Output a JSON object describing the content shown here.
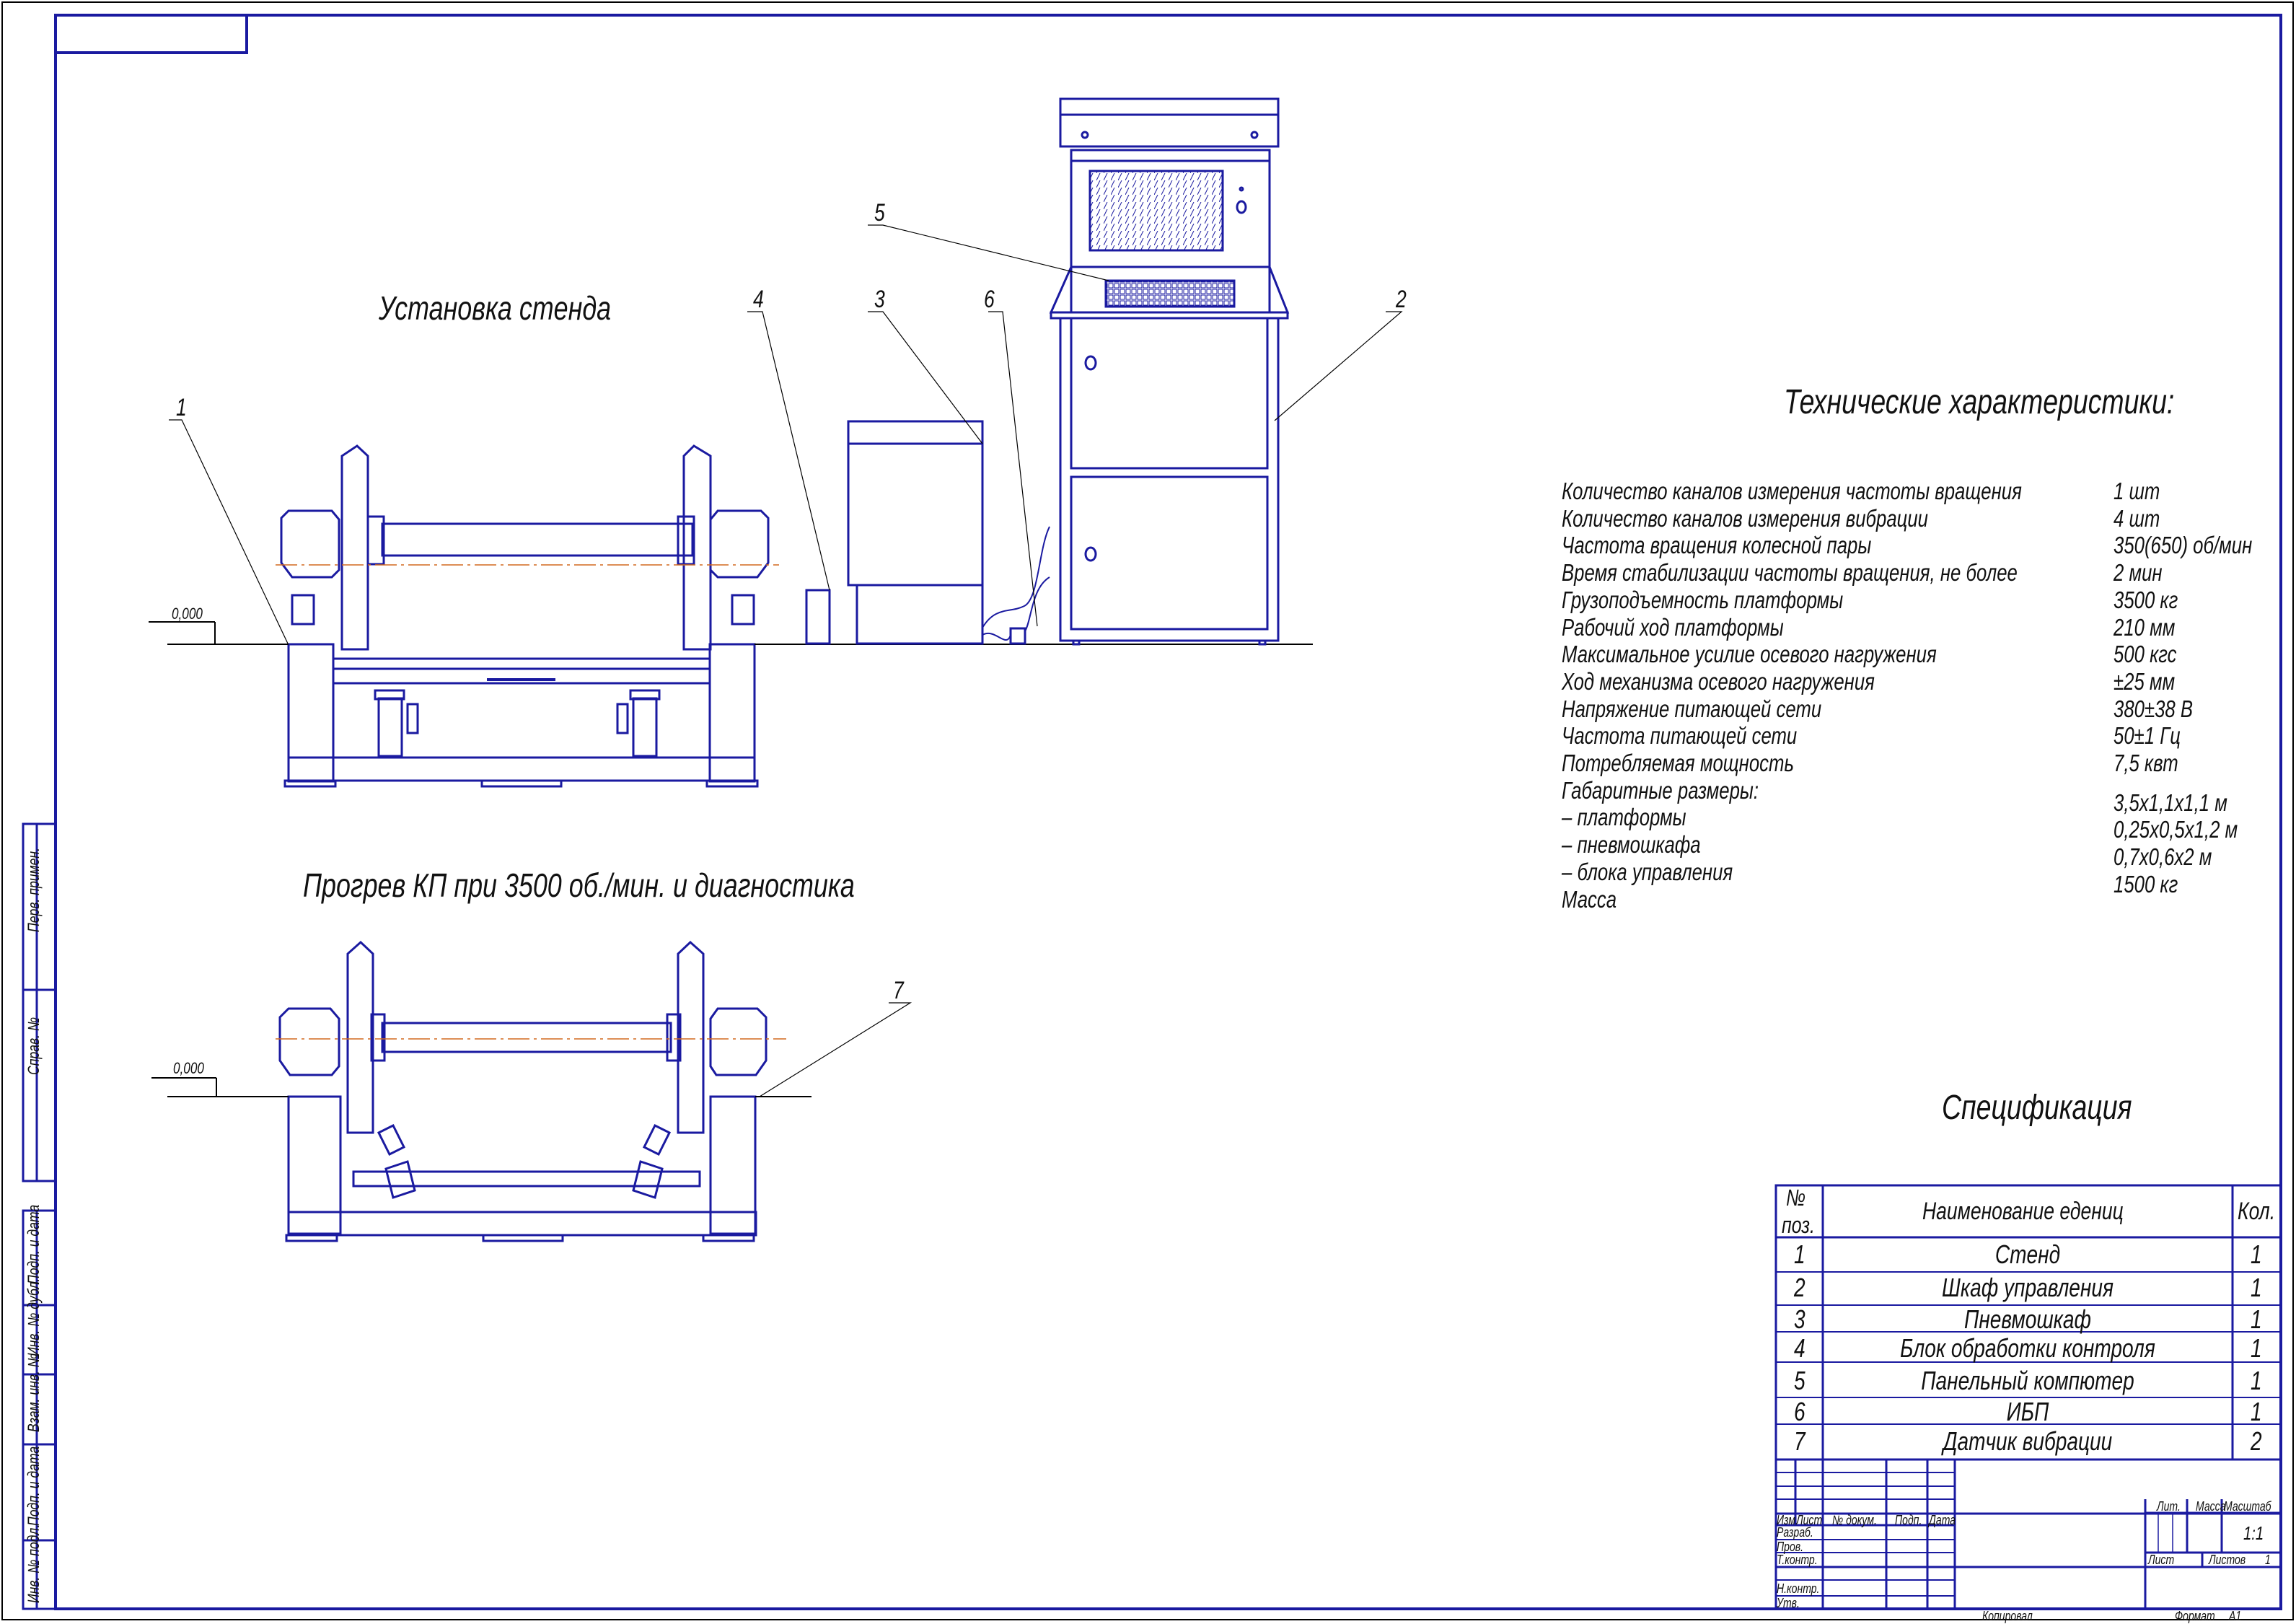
{
  "colors": {
    "outline": "#1a1aa0",
    "frame_black": "#000000",
    "centerline": "#d2691e",
    "text": "#111111"
  },
  "views": {
    "install_title": "Установка стенда",
    "heating_title": "Прогрев КП при 3500 об./мин. и диагностика",
    "level_mark_top": "0,000",
    "level_mark_bottom": "0,000"
  },
  "callouts": [
    "1",
    "2",
    "3",
    "4",
    "5",
    "6",
    "7"
  ],
  "tech": {
    "title": "Технические характеристики:",
    "rows": [
      {
        "label": "Количество каналов измерения частоты вращения",
        "value": "1    шт"
      },
      {
        "label": "Количество каналов измерения вибрации",
        "value": "4    шт"
      },
      {
        "label": "Частота вращения колесной пары",
        "value": "350(650) об/мин"
      },
      {
        "label": "Время стабилизации частоты вращения, не более",
        "value": "2 мин"
      },
      {
        "label": "Грузоподъемность платформы",
        "value": "3500 кг"
      },
      {
        "label": "Рабочий ход платформы",
        "value": "210 мм"
      },
      {
        "label": "Максимальное усилие осевого нагружения",
        "value": "500 кгс"
      },
      {
        "label": "Ход механизма осевого нагружения",
        "value": "±25 мм"
      },
      {
        "label": "Напряжение питающей сети",
        "value": "380±38  В"
      },
      {
        "label": "Частота питающей сети",
        "value": "50±1 Гц"
      },
      {
        "label": "Потребляемая мощность",
        "value": "7,5 квт"
      },
      {
        "label": "Габаритные размеры:",
        "value": ""
      },
      {
        "label": "– платформы",
        "value": "3,5x1,1x1,1 м"
      },
      {
        "label": "– пневмошкафа",
        "value": "0,25x0,5x1,2 м"
      },
      {
        "label": "– блока управления",
        "value": "0,7x0,6x2 м"
      },
      {
        "label": "Масса",
        "value": "1500 кг"
      }
    ]
  },
  "spec": {
    "title": "Спецификация",
    "headers": {
      "pos_line1": "№",
      "pos_line2": "поз.",
      "name": "Наименование едениц",
      "qty": "Кол."
    },
    "rows": [
      {
        "pos": "1",
        "name": "Стенд",
        "qty": "1"
      },
      {
        "pos": "2",
        "name": "Шкаф управления",
        "qty": "1"
      },
      {
        "pos": "3",
        "name": "Пневмошкаф",
        "qty": "1"
      },
      {
        "pos": "4",
        "name": "Блок обработки контроля",
        "qty": "1"
      },
      {
        "pos": "5",
        "name": "Панельный компютер",
        "qty": "1"
      },
      {
        "pos": "6",
        "name": "ИБП",
        "qty": "1"
      },
      {
        "pos": "7",
        "name": "Датчик вибрации",
        "qty": "2"
      }
    ]
  },
  "title_block": {
    "izm": "Изм",
    "list": "Лист",
    "doc_no": "№ докум.",
    "podp": "Подп.",
    "data": "Дата",
    "razrab": "Разраб.",
    "prov": "Пров.",
    "tkontr": "Т.контр.",
    "nkontr": "Н.контр.",
    "utv": "Утв.",
    "lit": "Лит.",
    "massa": "Масса",
    "masshtab": "Масштаб",
    "scale_value": "1:1",
    "sheet": "Лист",
    "sheets": "Листов",
    "sheets_value": "1",
    "copied": "Копировал",
    "format_label": "Формат",
    "format_value": "A1"
  },
  "side_strip": {
    "perv_primen": "Перв. примен.",
    "sprav_no": "Справ. №",
    "podp_data_1": "Подп. и дата",
    "inv_dubl": "Инв. № дубл.",
    "vzam_inv": "Взам. инв. №",
    "podp_data_2": "Подп. и дата",
    "inv_podl": "Инв. № подл."
  }
}
